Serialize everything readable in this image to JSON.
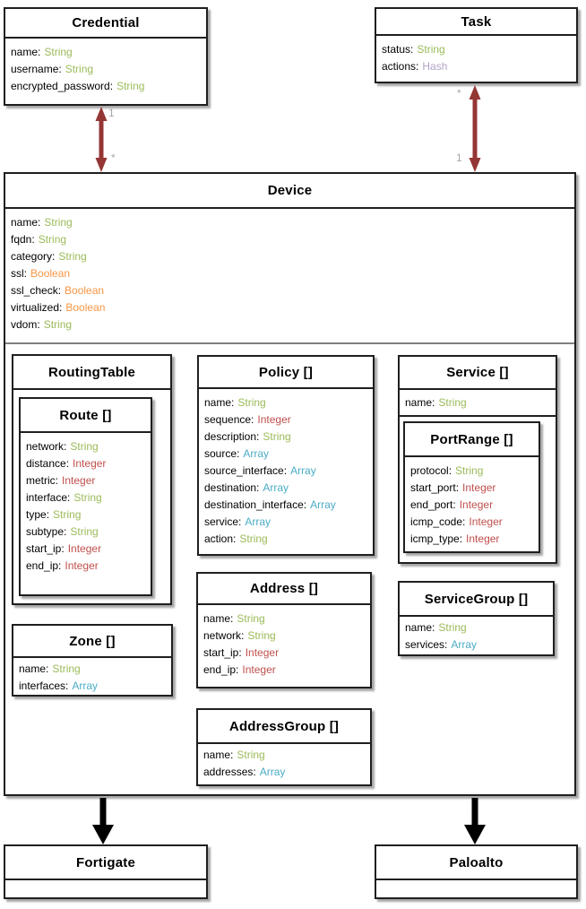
{
  "type_colors": {
    "String": "#9bbb59",
    "Integer": "#c0504d",
    "Boolean": "#f79646",
    "Array": "#4bacc6",
    "Hash": "#b2a2c7"
  },
  "relations": {
    "credential_device": {
      "top_label": "1",
      "bottom_label": "*"
    },
    "task_device": {
      "top_label": "*",
      "bottom_label": "1"
    },
    "association_arrow_color": "#943634",
    "inheritance_arrow_color": "#000000",
    "multiplicity_label_color": "#a6a6a6"
  },
  "classes": {
    "credential": {
      "title": "Credential",
      "fields": [
        {
          "name": "name",
          "type": "String"
        },
        {
          "name": "username",
          "type": "String"
        },
        {
          "name": "encrypted_password",
          "type": "String"
        }
      ]
    },
    "task": {
      "title": "Task",
      "fields": [
        {
          "name": "status",
          "type": "String"
        },
        {
          "name": "actions",
          "type": "Hash"
        }
      ]
    },
    "device": {
      "title": "Device",
      "fields": [
        {
          "name": "name",
          "type": "String"
        },
        {
          "name": "fqdn",
          "type": "String"
        },
        {
          "name": "category",
          "type": "String"
        },
        {
          "name": "ssl",
          "type": "Boolean"
        },
        {
          "name": "ssl_check",
          "type": "Boolean"
        },
        {
          "name": "virtualized",
          "type": "Boolean"
        },
        {
          "name": "vdom",
          "type": "String"
        }
      ]
    },
    "routingtable": {
      "title": "RoutingTable",
      "fields": []
    },
    "route": {
      "title": "Route []",
      "fields": [
        {
          "name": "network",
          "type": "String"
        },
        {
          "name": "distance",
          "type": "Integer"
        },
        {
          "name": "metric",
          "type": "Integer"
        },
        {
          "name": "interface",
          "type": "String"
        },
        {
          "name": "type",
          "type": "String"
        },
        {
          "name": "subtype",
          "type": "String"
        },
        {
          "name": "start_ip",
          "type": "Integer"
        },
        {
          "name": "end_ip",
          "type": "Integer"
        }
      ]
    },
    "policy": {
      "title": "Policy []",
      "fields": [
        {
          "name": "name",
          "type": "String"
        },
        {
          "name": "sequence",
          "type": "Integer"
        },
        {
          "name": "description",
          "type": "String"
        },
        {
          "name": "source",
          "type": "Array"
        },
        {
          "name": "source_interface",
          "type": "Array"
        },
        {
          "name": "destination",
          "type": "Array"
        },
        {
          "name": "destination_interface",
          "type": "Array"
        },
        {
          "name": "service",
          "type": "Array"
        },
        {
          "name": "action",
          "type": "String"
        }
      ]
    },
    "service": {
      "title": "Service []",
      "fields": [
        {
          "name": "name",
          "type": "String"
        }
      ]
    },
    "portrange": {
      "title": "PortRange []",
      "fields": [
        {
          "name": "protocol",
          "type": "String"
        },
        {
          "name": "start_port",
          "type": "Integer"
        },
        {
          "name": "end_port",
          "type": "Integer"
        },
        {
          "name": "icmp_code",
          "type": "Integer"
        },
        {
          "name": "icmp_type",
          "type": "Integer"
        }
      ]
    },
    "address": {
      "title": "Address []",
      "fields": [
        {
          "name": "name",
          "type": "String"
        },
        {
          "name": "network",
          "type": "String"
        },
        {
          "name": "start_ip",
          "type": "Integer"
        },
        {
          "name": "end_ip",
          "type": "Integer"
        }
      ]
    },
    "zone": {
      "title": "Zone []",
      "fields": [
        {
          "name": "name",
          "type": "String"
        },
        {
          "name": "interfaces",
          "type": "Array"
        }
      ]
    },
    "servicegroup": {
      "title": "ServiceGroup []",
      "fields": [
        {
          "name": "name",
          "type": "String"
        },
        {
          "name": "services",
          "type": "Array"
        }
      ]
    },
    "addressgroup": {
      "title": "AddressGroup []",
      "fields": [
        {
          "name": "name",
          "type": "String"
        },
        {
          "name": "addresses",
          "type": "Array"
        }
      ]
    },
    "fortigate": {
      "title": "Fortigate",
      "fields": []
    },
    "paloalto": {
      "title": "Paloalto",
      "fields": []
    }
  }
}
